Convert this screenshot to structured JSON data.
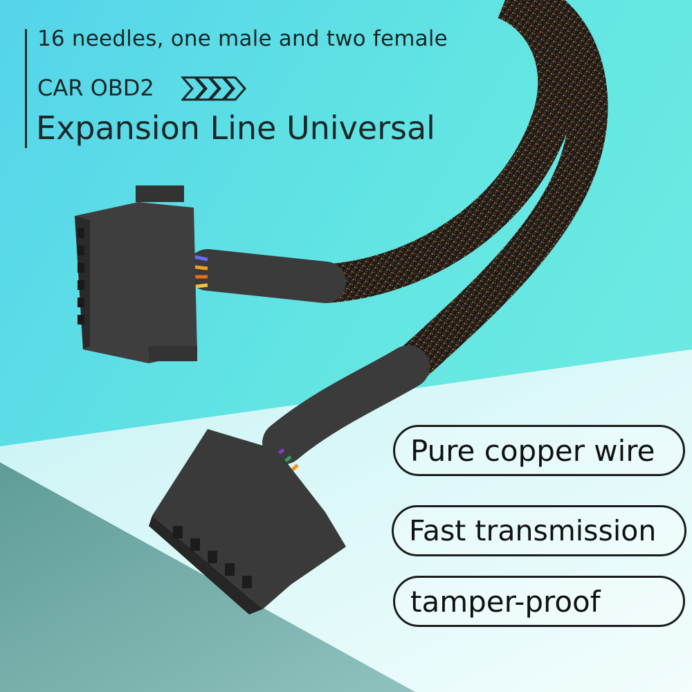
{
  "headline": {
    "subtitle": "16 needles, one male and two female",
    "product": "CAR OBD2",
    "title": "Expansion Line Universal",
    "arrow_icon": "chevrons-right-icon"
  },
  "features": [
    {
      "label": "Pure copper wire"
    },
    {
      "label": "Fast transmission"
    },
    {
      "label": "tamper-proof"
    }
  ],
  "colors": {
    "background_top": "#5fe3e3",
    "background_left": "#4cc4ea",
    "light_panel": "#e4fbfb",
    "dark_panel": "#6fa7a4",
    "text": "#1b2626"
  }
}
